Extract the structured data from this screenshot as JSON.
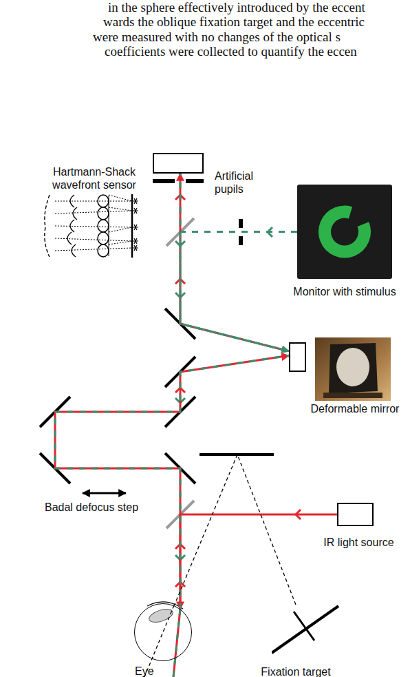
{
  "diagram": {
    "nodes": [
      {
        "text": [
          "Hartmann-Shack wavefront sensor"
        ]
      },
      {
        "text": [
          "Monitor with stimulus"
        ]
      },
      {
        "text": [
          "Deformable mirror"
        ]
      },
      {
        "text": [
          "IR light source"
        ]
      },
      {
        "text": [
          "Eye"
        ]
      },
      {
        "text": [
          "Fixation target"
        ]
      }
    ],
    "edges": [
      {
        "from": 3,
        "to": 4,
        "arrow": "to"
      },
      {
        "from": 4,
        "to": 2,
        "arrow": "to"
      },
      {
        "from": 2,
        "to": 0,
        "arrow": "to"
      },
      {
        "from": 1,
        "to": 2,
        "arrow": "to"
      },
      {
        "from": 5,
        "to": 4,
        "arrow": "none"
      }
    ],
    "labels": [
      "in the sphere effectively introduced by the eccent",
      "wards the oblique fixation target and the eccentric",
      "were measured with no changes of the optical s",
      "coefficients were collected to quantify the eccen",
      "Artificial pupils",
      "Badal defocus step"
    ]
  }
}
